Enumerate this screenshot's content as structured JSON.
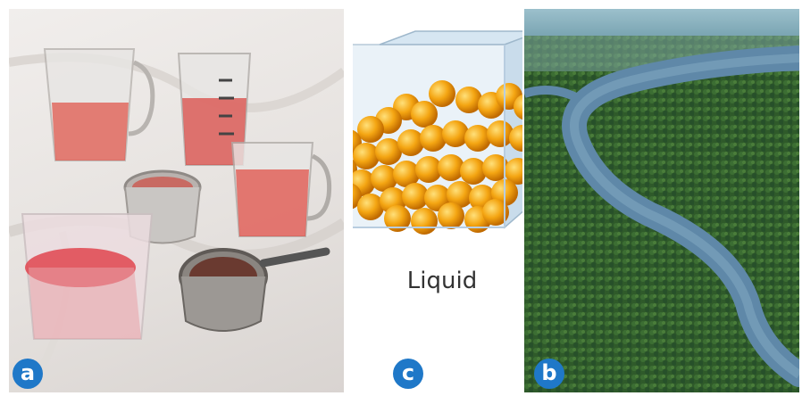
{
  "figure": {
    "panel_label_a": "a",
    "panel_label_b": "b",
    "panel_label_c": "c",
    "caption": "Liquid"
  },
  "colors": {
    "badge": "#1f78c8",
    "particle": "#f0a010",
    "liquid": "#e0584e",
    "forest": "#2f5a2a",
    "river": "#5f88a8"
  },
  "icons": {
    "containers": "measuring-cups-with-red-liquid",
    "particles": "particle-cube",
    "landscape": "aerial-river-forest"
  }
}
